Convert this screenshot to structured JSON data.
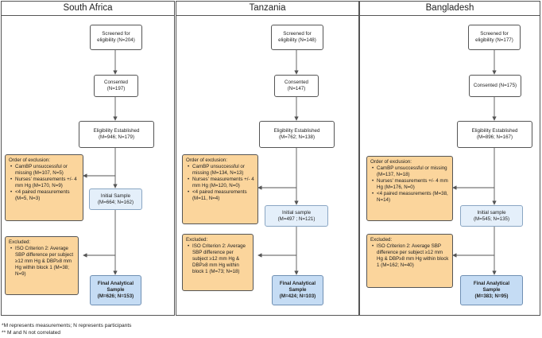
{
  "panels": [
    {
      "country": "South Africa",
      "screened": [
        "Screened for",
        "eligibility (N=204)"
      ],
      "consented": [
        "Consented",
        "(N=197)"
      ],
      "eligibility": [
        "Eligibility Established",
        "(M=946; N=179)"
      ],
      "exclusion1": {
        "title": "Order of exclusion:",
        "items": [
          "CamBP unsuccessful or missing (M=107, N=5)",
          "Nurses' measurements +/- 4 mm Hg (M=170, N=9)",
          "<4 paired measurements (M=5, N=3)"
        ]
      },
      "initial": [
        "Initial Sample",
        "(M=664; N=162)"
      ],
      "exclusion2": {
        "title": "Excluded:",
        "items": [
          "ISO Criterion 2: Average SBP difference per subject ≥12 mm Hg & DBP≥8 mm Hg within block 1 (M=38; N=9)"
        ]
      },
      "final": [
        "Final Analytical",
        "Sample",
        "(M=626; N=153)"
      ]
    },
    {
      "country": "Tanzania",
      "screened": [
        "Screened for",
        "eligibility (N=148)"
      ],
      "consented": [
        "Consented",
        "(N=147)"
      ],
      "eligibility": [
        "Eligibility Established",
        "(M=762; N=138)"
      ],
      "exclusion1": {
        "title": "Order of exclusion:",
        "items": [
          "CamBP unsuccessful or missing (M=134, N=13)",
          "Nurses' measurements +/- 4 mm Hg (M=120, N=0)",
          "<4 paired measurements (M=11, N=4)"
        ]
      },
      "initial": [
        "Initial sample",
        "(M=497 ; N=121)"
      ],
      "exclusion2": {
        "title": "Excluded:",
        "items": [
          "ISO Criterion 2: Average SBP difference per subject ≥12 mm Hg & DBP≥8 mm Hg within block 1 (M=73; N=18)"
        ]
      },
      "final": [
        "Final Analytical",
        "Sample",
        "(M=424; N=103)"
      ]
    },
    {
      "country": "Bangladesh",
      "screened": [
        "Screened for",
        "eligibility (N=177)"
      ],
      "consented": [
        "Consented (N=175)"
      ],
      "eligibility": [
        "Eligibility Established",
        "(M=896; N=167)"
      ],
      "exclusion1": {
        "title": "Order of exclusion:",
        "items": [
          "CamBP unsuccessful or missing (M=137, N=18)",
          "Nurses' measurements +/- 4 mm Hg (M=176, N=0)",
          "<4 paired measurements (M=38, N=14)"
        ]
      },
      "initial": [
        "Initial sample",
        "(M=545; N=135)"
      ],
      "exclusion2": {
        "title": "Excluded:",
        "items": [
          "ISO Criterion 2: Average SBP difference per subject ≥12 mm Hg & DBP≥8 mm Hg within block 1 (M=162; N=40)"
        ]
      },
      "final": [
        "Final Analytical",
        "Sample",
        "(M=383; N=95)"
      ]
    }
  ],
  "footnotes": [
    "*M represents measurements; N represents participants",
    "** M and N not correlated"
  ],
  "colors": {
    "exclusion_fill": "#fbd59c",
    "initial_fill": "#e4effa",
    "final_fill": "#c5dcf4",
    "border": "#555555"
  }
}
